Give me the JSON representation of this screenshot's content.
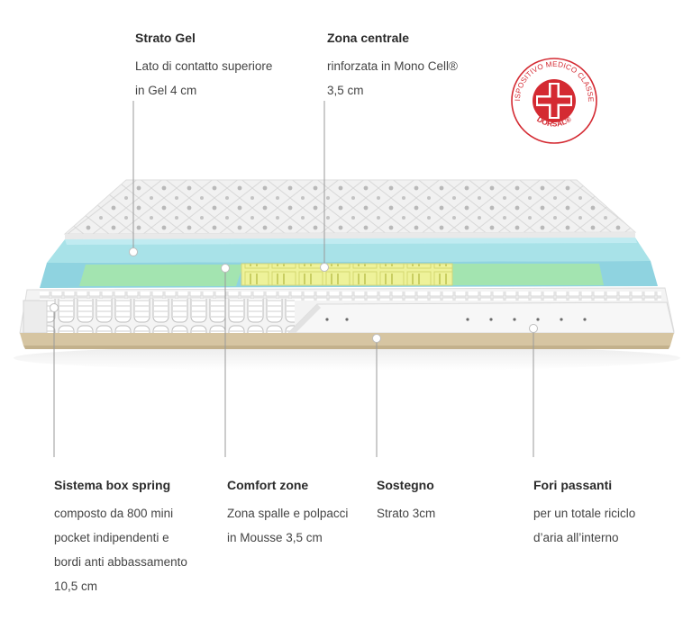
{
  "labels": {
    "strato_gel": {
      "title": "Strato Gel",
      "line1": "Lato di contatto superiore",
      "line2": "in Gel 4 cm"
    },
    "zona_centrale": {
      "title": "Zona centrale",
      "line1": "rinforzata in Mono Cell®",
      "line2": "3,5 cm"
    },
    "sistema_box_spring": {
      "title": "Sistema box spring",
      "line1": "composto da 800 mini",
      "line2": "pocket indipendenti e",
      "line3": "bordi anti abbassamento",
      "line4": "10,5 cm"
    },
    "comfort_zone": {
      "title": "Comfort zone",
      "line1": "Zona spalle e polpacci",
      "line2": "in Mousse 3,5 cm"
    },
    "sostegno": {
      "title": "Sostegno",
      "line1": "Strato 3cm"
    },
    "fori_passanti": {
      "title": "Fori passanti",
      "line1": "per un totale riciclo",
      "line2": "d’aria all’interno"
    }
  },
  "badge": {
    "ring_text": "DISPOSITIVO MEDICO CLASSE I",
    "brand": "DORSAL®"
  },
  "colors": {
    "gel_layer": "#a8e2e8",
    "side_foam": "#8fd3e0",
    "comfort_zone": "#a3e4b0",
    "central_zone": "#eef29a",
    "support_layer": "#d6c5a2",
    "badge_red": "#d42a32",
    "text": "#333333",
    "leader_line": "#9a9a9a"
  }
}
